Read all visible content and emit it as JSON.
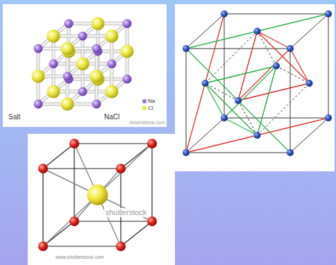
{
  "diagram": {
    "labels": [
      "Salt",
      "NaCl",
      "dreamstime.com",
      "shutterstock",
      "www.shutterstock.com"
    ],
    "legend": [
      {
        "text": "Na",
        "color": "#9b6fd8"
      },
      {
        "text": "Cl",
        "color": "#ece83a"
      }
    ]
  }
}
